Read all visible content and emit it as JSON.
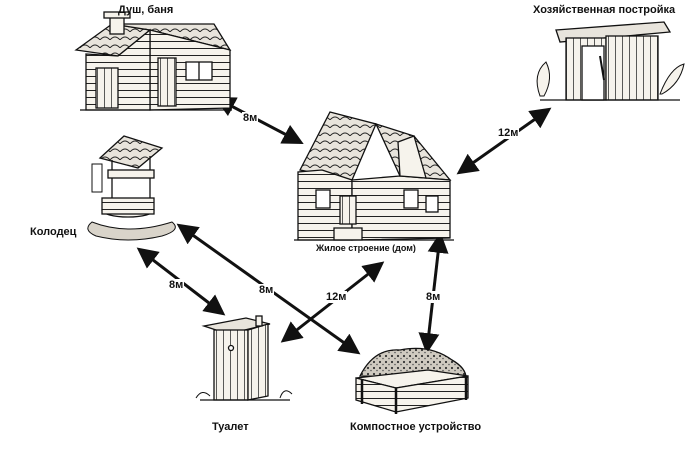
{
  "buildings": {
    "sauna": "Душ, баня",
    "shed": "Хозяйственная постройка",
    "house": "Жилое строение (дом)",
    "well": "Колодец",
    "toilet": "Туалет",
    "compost": "Компостное устройство"
  },
  "distances": {
    "sauna_house": "8м",
    "shed_house": "12м",
    "well_compost": "8м",
    "well_toilet": "8м",
    "toilet_house": "12м",
    "house_compost": "8м"
  },
  "colors": {
    "ink": "#111111",
    "paper": "#ffffff",
    "wood": "#f4f1ea"
  }
}
